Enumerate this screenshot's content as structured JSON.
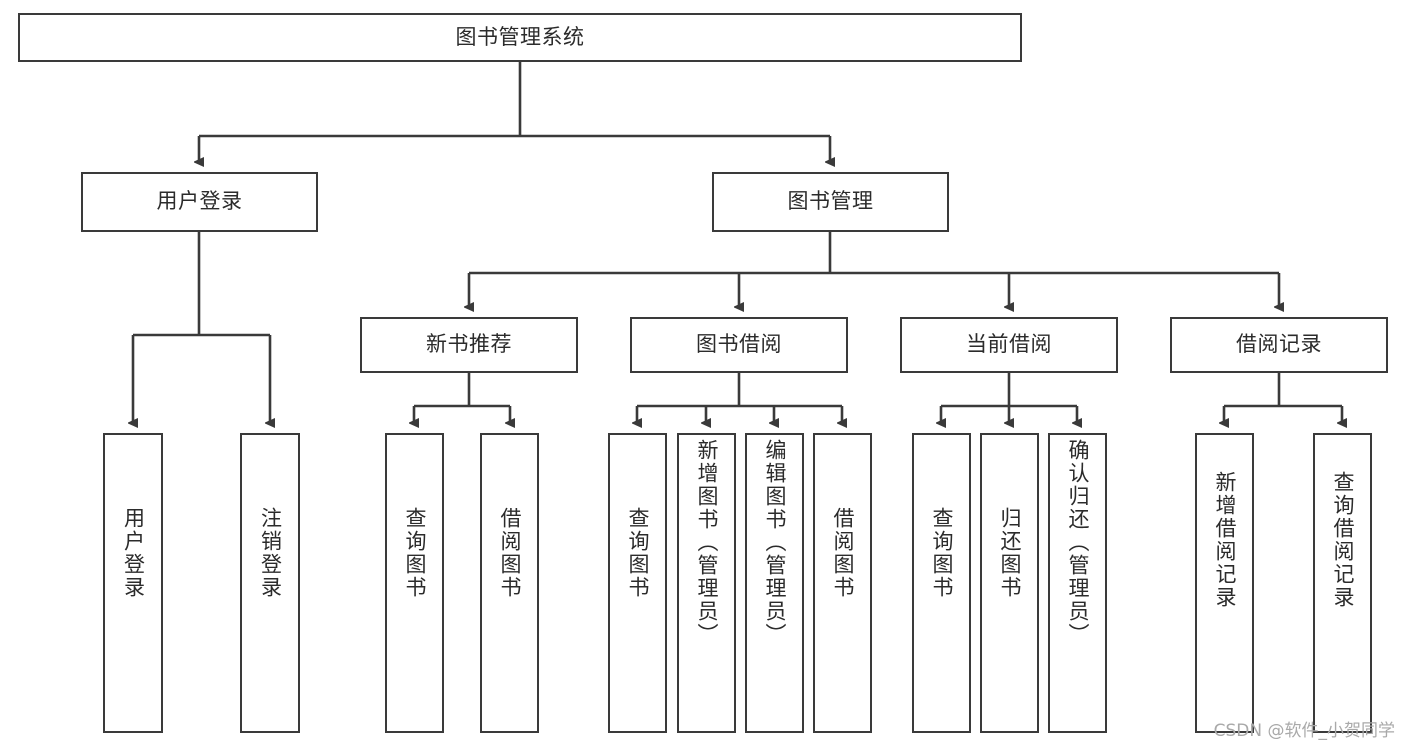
{
  "diagram": {
    "title": "图书管理系统",
    "watermark": "CSDN @软件_小贺同学",
    "stroke_color": "#3a3a3a",
    "text_color": "#2b2b2b",
    "background": "#ffffff",
    "nodes": {
      "root": {
        "label": "图书管理系统"
      },
      "level2": [
        {
          "key": "user_login",
          "label": "用户登录"
        },
        {
          "key": "book_manage",
          "label": "图书管理"
        }
      ],
      "level3": [
        {
          "key": "new_book_rec",
          "label": "新书推荐"
        },
        {
          "key": "book_borrow",
          "label": "图书借阅"
        },
        {
          "key": "current_borrow",
          "label": "当前借阅"
        },
        {
          "key": "borrow_record",
          "label": "借阅记录"
        }
      ],
      "leaves": {
        "user_login": [
          {
            "key": "leaf_user_login",
            "label": "用户登录"
          },
          {
            "key": "leaf_logout",
            "label": "注销登录"
          }
        ],
        "new_book_rec": [
          {
            "key": "leaf_query_book_1",
            "label": "查询图书"
          },
          {
            "key": "leaf_borrow_book_1",
            "label": "借阅图书"
          }
        ],
        "book_borrow": [
          {
            "key": "leaf_query_book_2",
            "label": "查询图书"
          },
          {
            "key": "leaf_add_book",
            "label": "新增图书（管理员）"
          },
          {
            "key": "leaf_edit_book",
            "label": "编辑图书（管理员）"
          },
          {
            "key": "leaf_borrow_book_2",
            "label": "借阅图书"
          }
        ],
        "current_borrow": [
          {
            "key": "leaf_query_book_3",
            "label": "查询图书"
          },
          {
            "key": "leaf_return_book",
            "label": "归还图书"
          },
          {
            "key": "leaf_confirm_return",
            "label": "确认归还（管理员）"
          }
        ],
        "borrow_record": [
          {
            "key": "leaf_add_record",
            "label": "新增借阅记录"
          },
          {
            "key": "leaf_query_record",
            "label": "查询借阅记录"
          }
        ]
      }
    }
  }
}
